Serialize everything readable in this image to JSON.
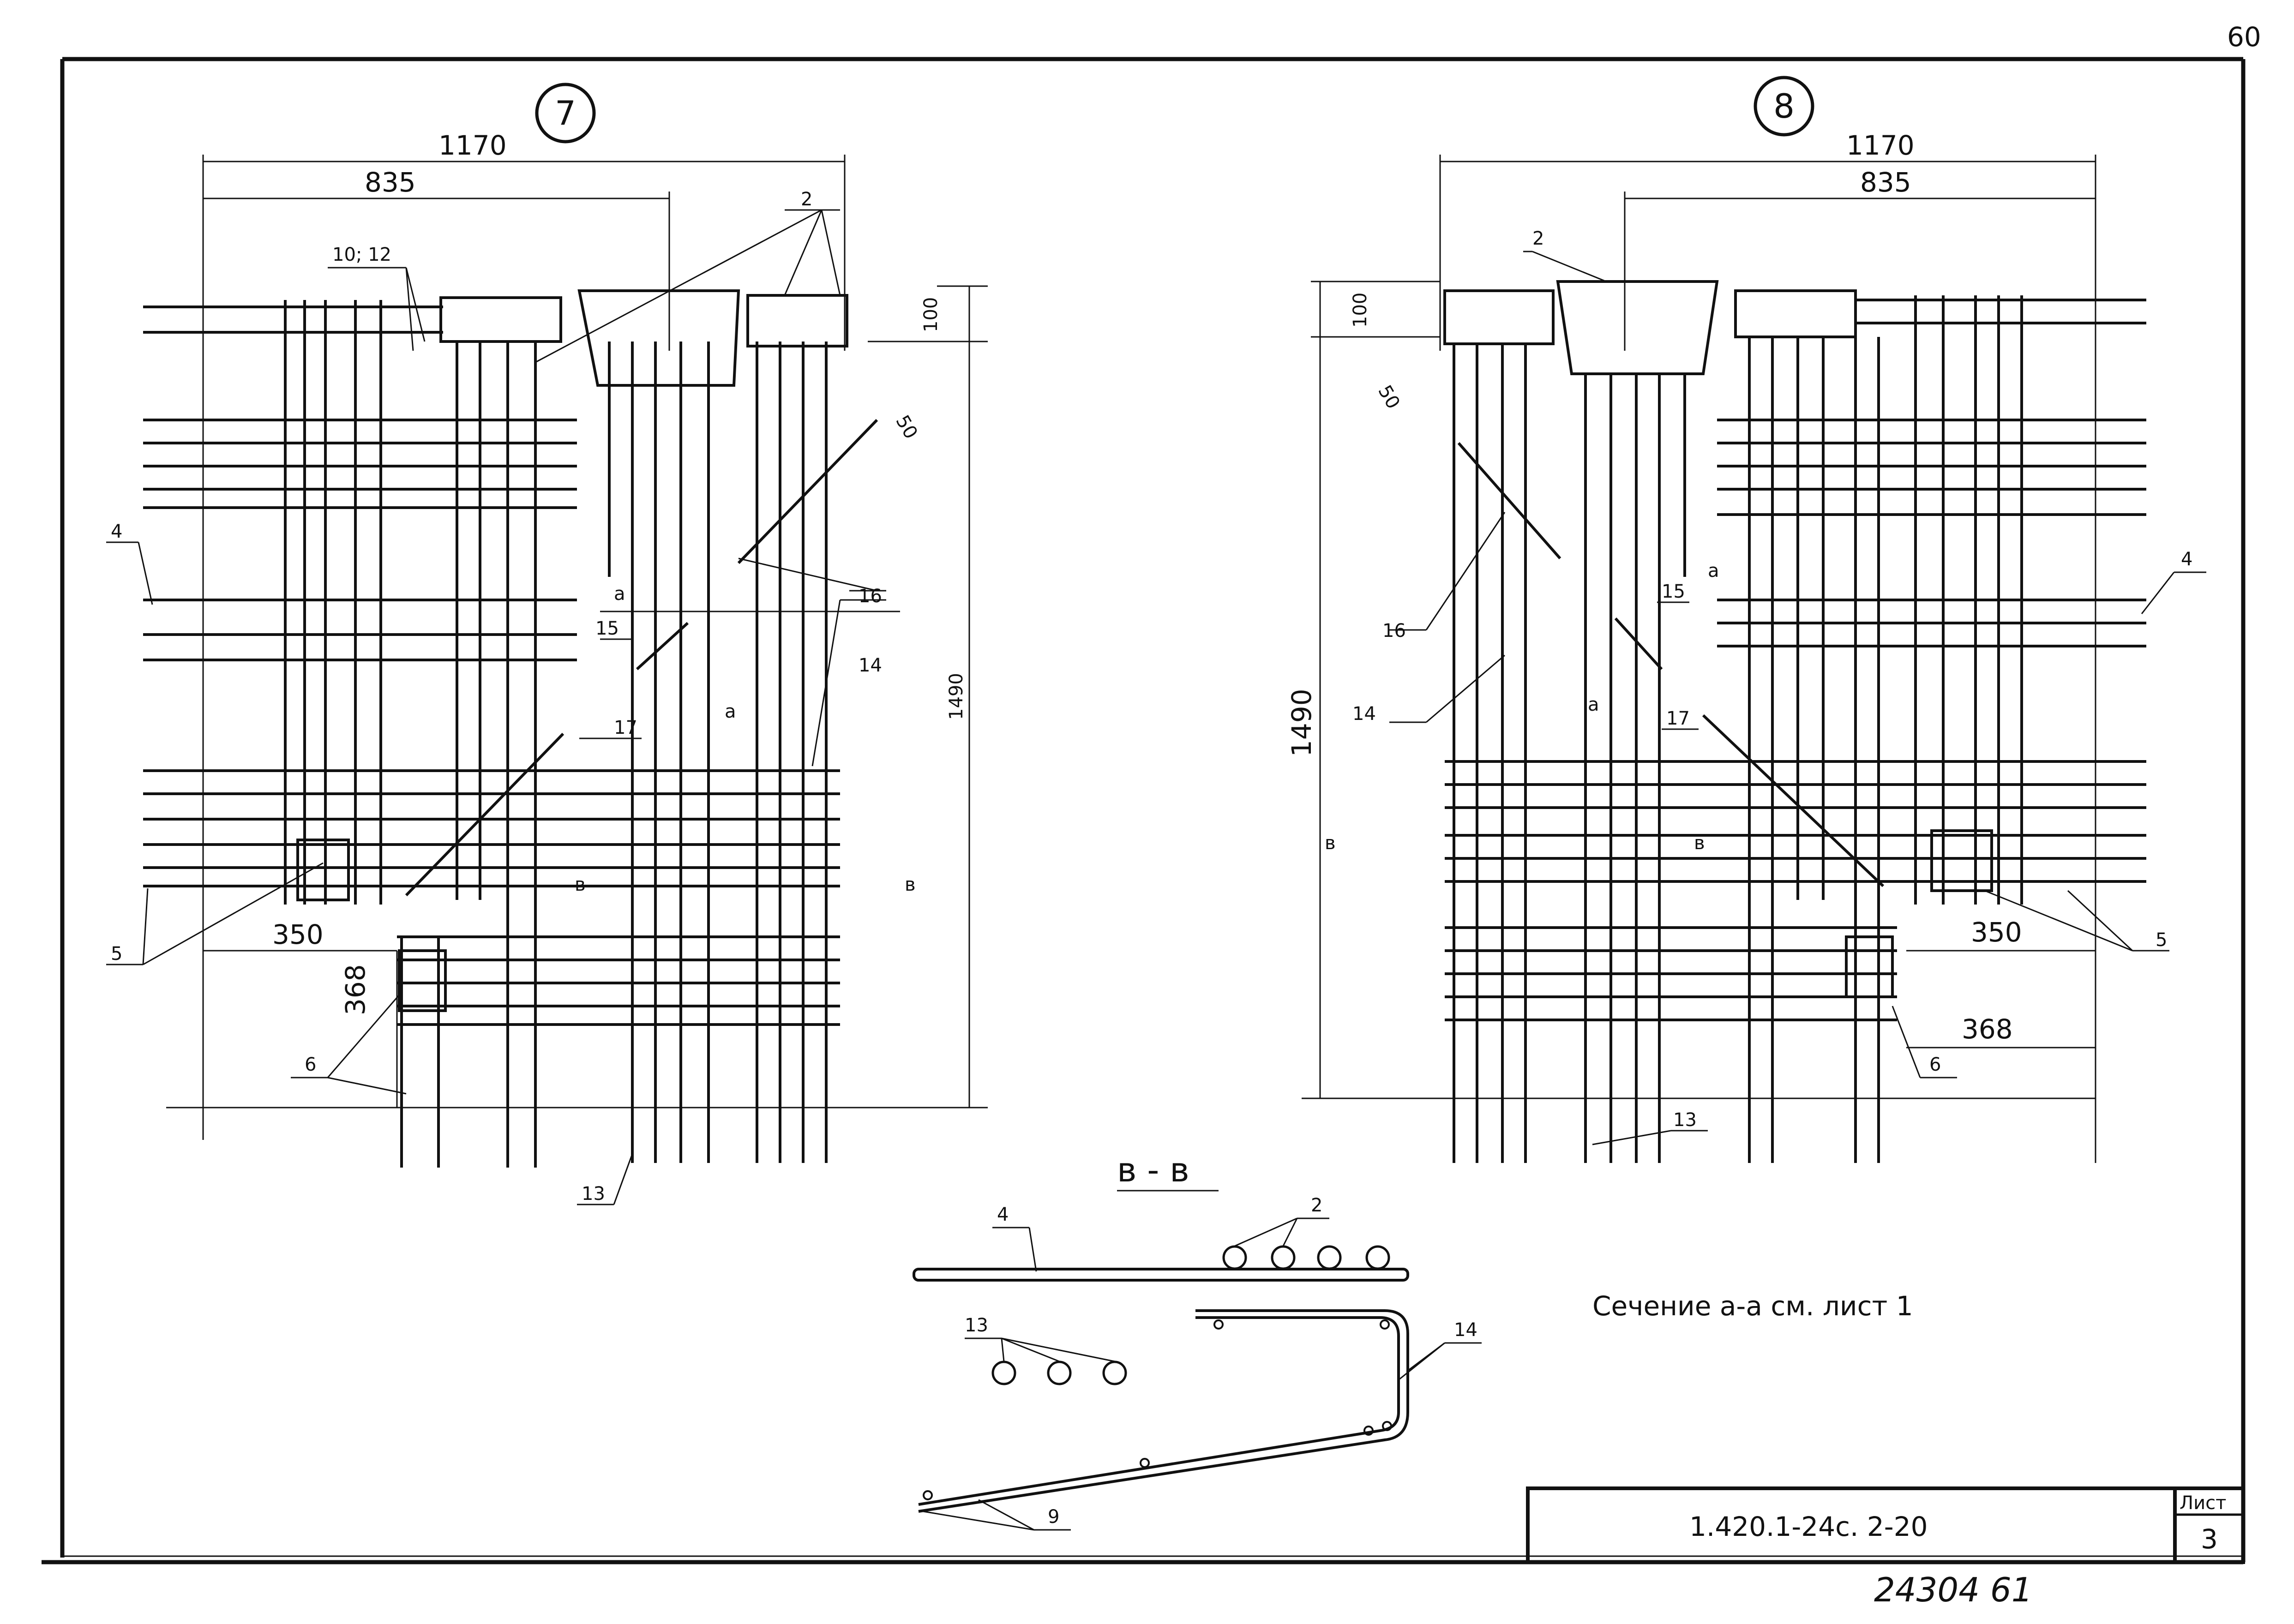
{
  "page": {
    "number": "60",
    "stamp_handwritten": "24304 61"
  },
  "title_block": {
    "designation": "1.420.1-24с. 2-20",
    "sheet_label": "Лист",
    "sheet_number": "3"
  },
  "node7": {
    "number": "7",
    "dims": {
      "width_total": "1170",
      "width_inner": "835",
      "top_offset": "100",
      "bar_offset": "50",
      "height": "1490",
      "corner_x": "350",
      "corner_y": "368"
    },
    "labels": [
      "10; 12",
      "2",
      "4",
      "5",
      "6",
      "13",
      "14",
      "15",
      "16",
      "17"
    ],
    "section_marks": [
      "а",
      "а",
      "в",
      "в"
    ]
  },
  "node8": {
    "number": "8",
    "dims": {
      "width_total": "1170",
      "width_inner": "835",
      "top_offset": "100",
      "bar_offset": "50",
      "height": "1490",
      "corner_x": "350",
      "corner_y": "368"
    },
    "labels": [
      "2",
      "4",
      "5",
      "6",
      "13",
      "14",
      "15",
      "16",
      "17"
    ],
    "section_marks": [
      "а",
      "а",
      "в",
      "в"
    ]
  },
  "section_bb": {
    "title": "в - в",
    "labels": [
      "4",
      "2",
      "13",
      "14",
      "9"
    ]
  },
  "note": "Сечение а-а см. лист 1"
}
